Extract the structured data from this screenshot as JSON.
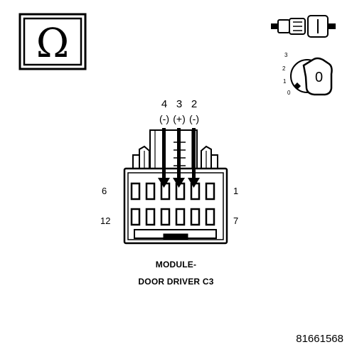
{
  "ohm_symbol": "Ω",
  "icons": {
    "meter": "ohm-meter-icon",
    "connector": "disconnected-connector-icon",
    "ignition": "ignition-key-off-icon"
  },
  "ignition": {
    "positions": [
      "3",
      "2",
      "1",
      "0"
    ],
    "key_label": "0"
  },
  "pins_top": {
    "numbers": [
      "4",
      "3",
      "2"
    ],
    "polarities": [
      "(-)",
      "(+)",
      "(-)"
    ]
  },
  "side_labels": {
    "top_left": "6",
    "top_right": "1",
    "bottom_left": "12",
    "bottom_right": "7"
  },
  "caption": {
    "line1": "MODULE-",
    "line2": "DOOR DRIVER C3"
  },
  "figure_number": "81661568"
}
